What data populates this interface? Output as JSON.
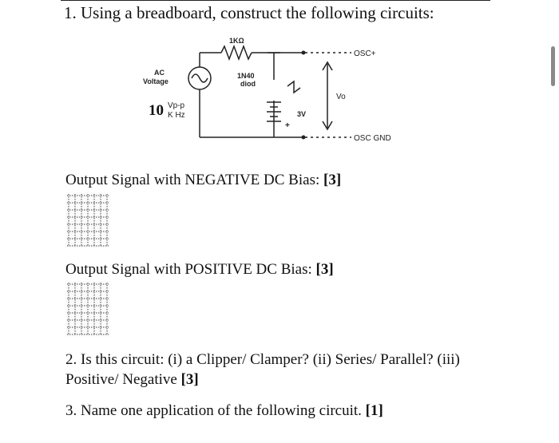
{
  "question1": {
    "text": "1. Using a breadboard, construct the following circuits:"
  },
  "circuit": {
    "resistor_label": "1KΩ",
    "source_label_line1": "AC",
    "source_label_line2": "Voltage",
    "amplitude_value": "10",
    "amplitude_unit": "Vp-p",
    "frequency_unit": "K Hz",
    "diode_label_line1": "1N40",
    "diode_label_line2": "diod",
    "battery_label": "3V",
    "battery_plus": "+",
    "output_label": "Vo",
    "osc_plus_label": "OSC+",
    "osc_gnd_label": "OSC GND"
  },
  "negative_bias": {
    "label": "Output Signal with NEGATIVE DC Bias:",
    "marks": "[3]"
  },
  "positive_bias": {
    "label": "Output Signal with POSITIVE DC Bias:",
    "marks": "[3]"
  },
  "question2": {
    "text_line1": "2. Is this circuit: (i) a Clipper/ Clamper? (ii) Series/ Parallel? (iii)",
    "text_line2": "Positive/ Negative",
    "marks": "[3]"
  },
  "question3": {
    "text": "3. Name one application of the following circuit.",
    "marks": "[1]"
  }
}
